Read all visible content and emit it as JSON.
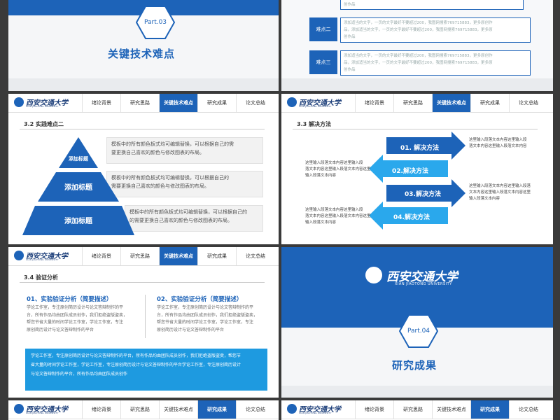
{
  "slide1": {
    "part": "Part.03",
    "title": "关键技术难点"
  },
  "slide2": {
    "top_text": "创作品",
    "rows": [
      {
        "label": "难点二",
        "lines": [
          "添加适当的文字，一页的文字最好不要超过200，我图网搜索769715883，更多原创作",
          "品，添加适当的文字，一页的文字最好不要超过200，我图网搜索769715883，更多原",
          "创作品"
        ]
      },
      {
        "label": "难点三",
        "lines": [
          "添加适当的文字，一页的文字最好不要超过200，我图网搜索769715883，更多原创作",
          "品，添加适当的文字，一页的文字最好不要超过200，我图网搜索769715883，更多原",
          "创作品"
        ]
      }
    ]
  },
  "nav": {
    "logo_name": "西安交通大学",
    "logo_sub": "XIAN JIAOTONG UNIVERSITY",
    "tabs": [
      "绪论背景",
      "研究思路",
      "关键技术难点",
      "研究成果",
      "论文总结"
    ]
  },
  "slide3": {
    "section": "3.2 实践难点二",
    "levels": [
      {
        "label": "添加标题",
        "lines": [
          "模板中的所有颜色板式均可编辑替换，可以根据自己的需",
          "要更换自己喜欢的颜色与修改图表的布局。"
        ]
      },
      {
        "label": "添加标题",
        "lines": [
          "模板中的所有颜色板式均可编辑替换，可以根据自己的",
          "需要更换自己喜欢的颜色与修改图表的布局。"
        ]
      },
      {
        "label": "添加标题",
        "lines": [
          "模板中的所有颜色板式均可编辑替换，可以根据自己的",
          "的需要更换自己喜欢的颜色与修改图表的布局。"
        ]
      }
    ]
  },
  "slide4": {
    "section": "3.3 解决方法",
    "steps": [
      {
        "label": "01. 解决方法",
        "lines": [
          "这里输入段落文本内容这里输入段",
          "落文本内容这里输入段落文本内容"
        ]
      },
      {
        "label": "02.解决方法",
        "lines": [
          "这里输入段落文本内容这里输入段",
          "落文本内容这里输入段落文本内容这里",
          "输入段落文本内容"
        ]
      },
      {
        "label": "03.解决方法",
        "lines": [
          "这里输入段落文本内容这里输入段落",
          "文本内容这里输入段落文本内容这里",
          "输入段落文本内容"
        ]
      },
      {
        "label": "04.解决方法",
        "lines": [
          "这里输入段落文本内容这里输入段",
          "落文本内容这里输入段落文本内容这里",
          "输入段落文本内容"
        ]
      }
    ]
  },
  "slide5": {
    "section": "3.4 验证分析",
    "left": {
      "title": "01、实验验证分析（简要描述）",
      "lines": [
        "学论工作室，专注原创简历设计与论文答辩制作的平",
        "台，所有作品均由团队成员创作，我们拒绝盗版盗卖，",
        "帮您节省大量的时间学论工作室，学论工作室，专注",
        "原创简历设计与论文答辩制作的平台"
      ]
    },
    "right": {
      "title": "02、实验验证分析（简要描述）",
      "lines": [
        "学论工作室，专注原创简历设计与论文答辩制作的平",
        "台，所有作品均由团队成员创作，我们拒绝盗版盗卖，",
        "帮您节省大量的时间学论工作室，学论工作室，专注",
        "原创简历设计与论文答辩制作的平台"
      ]
    },
    "box_lines": [
      "学论工作室，专注原创简历设计与论文答辩制作的平台，所有作品均由团队成员创作，我们拒绝盗版盗卖，帮您节",
      "省大量的时间学论工作室，学论工作室，专注原创简历设计与论文答辩制作的平台学论工作室，专注原创简历设计",
      "与论文答辩制作的平台，所有作品均由团队成员创作"
    ]
  },
  "slide6": {
    "logo_name": "西安交通大学",
    "logo_sub": "XIAN JIAOTONG UNIVERSITY",
    "part": "Part.04",
    "title": "研究成果"
  },
  "colors": {
    "primary": "#1d63b8",
    "light": "#1e9ae0",
    "cyan": "#2aa8ec"
  }
}
